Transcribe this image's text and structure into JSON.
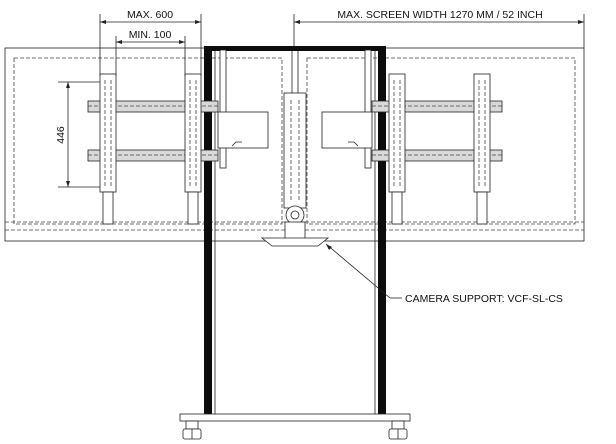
{
  "dimensions": {
    "max_spacing": "MAX. 600",
    "min_spacing": "MIN. 100",
    "bracket_height": "446",
    "max_screen_width": "MAX. SCREEN WIDTH 1270 MM / 52 INCH"
  },
  "callouts": {
    "camera_support": "CAMERA SUPPORT: VCF-SL-CS"
  },
  "colors": {
    "line": "#222222",
    "post": "#0c0c0c",
    "background": "#ffffff"
  }
}
